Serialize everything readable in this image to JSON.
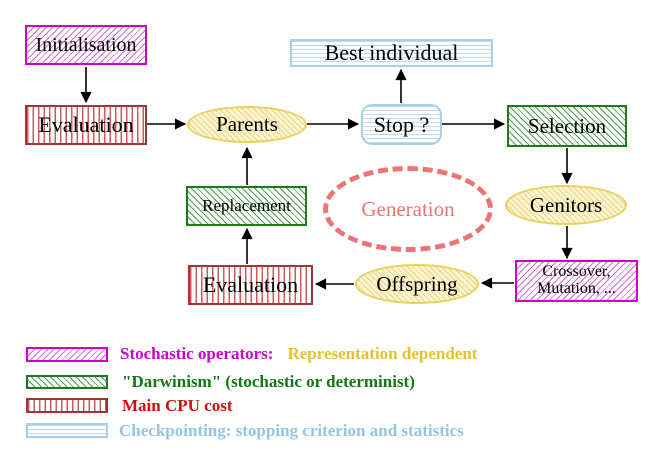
{
  "nodes": {
    "initialisation": "Initialisation",
    "evaluation_top": "Evaluation",
    "best_individual": "Best individual",
    "stop": "Stop ?",
    "selection": "Selection",
    "parents": "Parents",
    "replacement": "Replacement",
    "generation": "Generation",
    "genitors": "Genitors",
    "evaluation_bottom": "Evaluation",
    "offspring": "Offspring",
    "crossover_line1": "Crossover,",
    "crossover_line2": "Mutation, ..."
  },
  "legend": {
    "stochastic_label": "Stochastic operators:",
    "stochastic_extra": "Representation dependent",
    "darwinism_label": "\"Darwinism\" (stochastic or determinist)",
    "cpu_label": "Main CPU cost",
    "checkpointing_label": "Checkpointing: stopping criterion and statistics"
  },
  "colors": {
    "magenta": "#cc00cc",
    "green": "#1e7a1e",
    "red": "#a83232",
    "cyan": "#a6cfe8",
    "yellow_border": "#e6d35e",
    "salmon_dashed": "#ed7474",
    "legend_gold_text": "#e8c22e",
    "legend_green_text": "#117711",
    "legend_red_text": "#cc1111",
    "legend_cyan_text": "#94c4e4",
    "arrow": "#000000"
  }
}
